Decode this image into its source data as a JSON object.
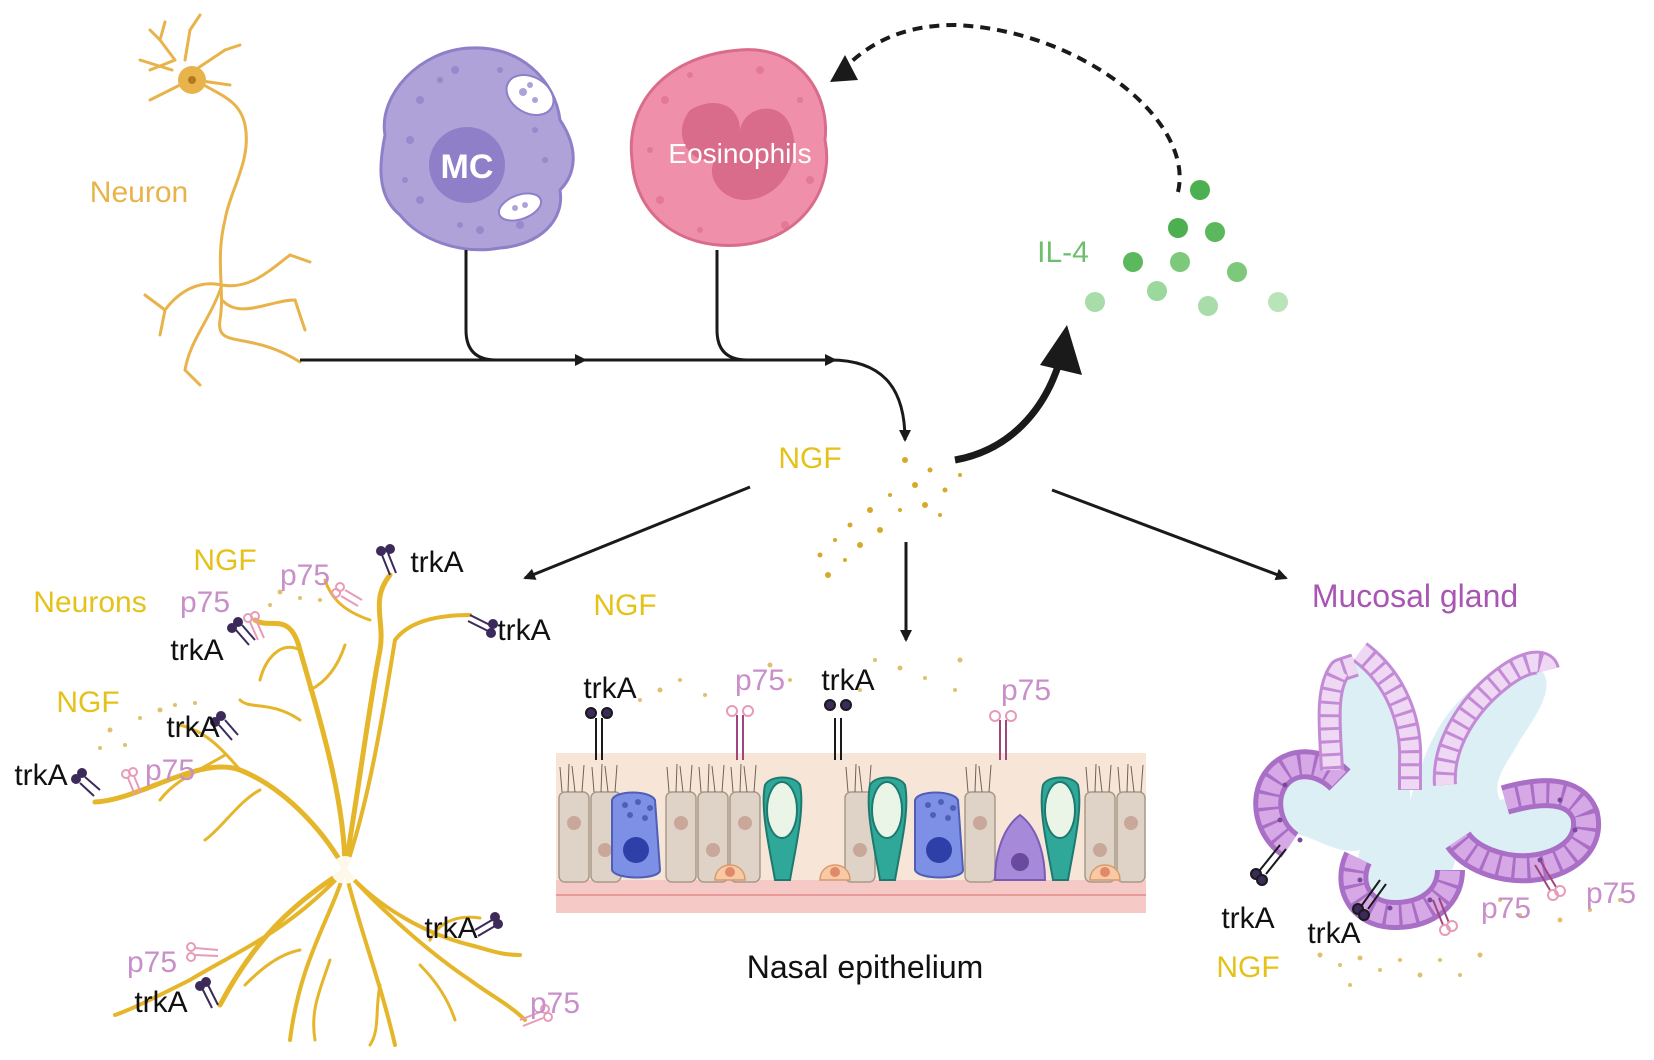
{
  "cells": {
    "neuron_top": "Neuron",
    "mast_cell": "MC",
    "eosinophil": "Eosinophils",
    "cytokine": "IL-4",
    "mediator": "NGF"
  },
  "targets": {
    "neurons": "Neurons",
    "epithelium": "Nasal epithelium",
    "gland": "Mucosal gland"
  },
  "receptors": {
    "trka": "trkA",
    "p75": "p75",
    "ngf": "NGF"
  },
  "colors": {
    "neuron": "#E8B34A",
    "ngf_text": "#E5C21A",
    "mast_cell": "#AFA2D8",
    "mast_nucleus": "#8E7FC8",
    "eosinophil": "#F08FAA",
    "eos_nucleus": "#D96C8B",
    "il4": "#6DBF6D",
    "p75": "#C88FC9",
    "gland": "#B07AC4",
    "trka_receptor": "#3B2A5A",
    "arrow": "#1a1a1a"
  }
}
